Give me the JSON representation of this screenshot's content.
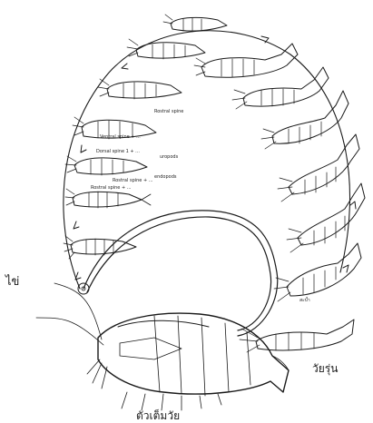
{
  "labels": {
    "egg": "ไข่",
    "juvenile": "วัยรุ่น",
    "adult": "ตัวเต็มวัย"
  },
  "stage_notes": [
    "Rostral spine",
    "Dorsal spine 1 + ...",
    "Rostral spine + ...",
    "Rostral spine + ...",
    "Ventral spine + ...",
    "uropods",
    "endopods",
    "สะบ้ำ"
  ],
  "colors": {
    "ink": "#1a1a1a",
    "background": "#ffffff"
  }
}
